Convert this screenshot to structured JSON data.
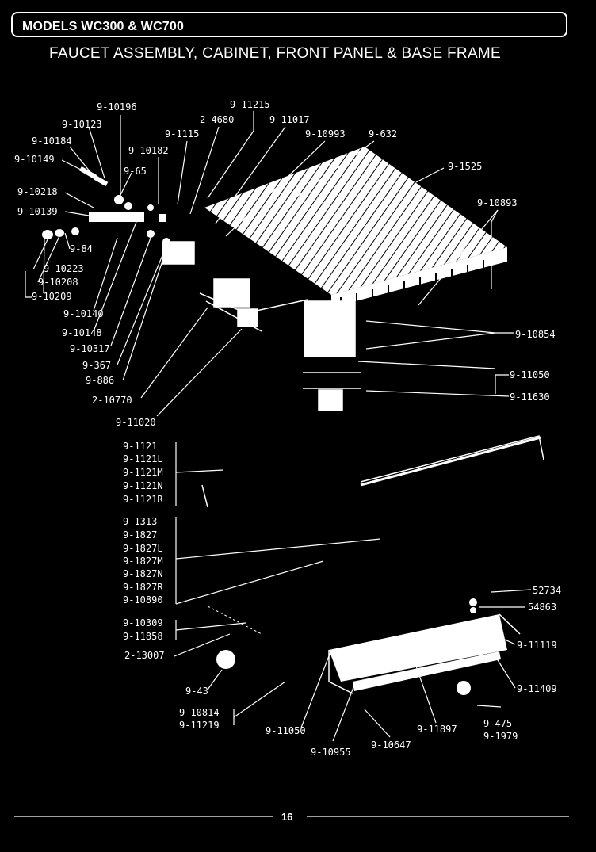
{
  "header": {
    "models_title": "MODELS WC300 & WC700",
    "diagram_title": "FAUCET ASSEMBLY, CABINET, FRONT PANEL & BASE FRAME"
  },
  "footer": {
    "page_number": "16"
  },
  "part_labels": [
    {
      "text": "9-10196"
    },
    {
      "text": "9-10123"
    },
    {
      "text": "9-10184"
    },
    {
      "text": "9-10149"
    },
    {
      "text": "9-11215"
    },
    {
      "text": "2-4680"
    },
    {
      "text": "9-11017"
    },
    {
      "text": "9-1115"
    },
    {
      "text": "9-10993"
    },
    {
      "text": "9-632"
    },
    {
      "text": "9-10182"
    },
    {
      "text": "9-65"
    },
    {
      "text": "9-1525"
    },
    {
      "text": "9-10218"
    },
    {
      "text": "9-10139"
    },
    {
      "text": "9-10893"
    },
    {
      "text": "9-84"
    },
    {
      "text": "9-10223"
    },
    {
      "text": "9-10208"
    },
    {
      "text": "9-10209"
    },
    {
      "text": "9-10140"
    },
    {
      "text": "9-10148"
    },
    {
      "text": "9-10854"
    },
    {
      "text": "9-10317"
    },
    {
      "text": "9-367"
    },
    {
      "text": "9-11050"
    },
    {
      "text": "9-886"
    },
    {
      "text": "9-11630"
    },
    {
      "text": "2-10770"
    },
    {
      "text": "9-11020"
    },
    {
      "text": "9-1121"
    },
    {
      "text": "9-1121L"
    },
    {
      "text": "9-1121M"
    },
    {
      "text": "9-1121N"
    },
    {
      "text": "9-1121R"
    },
    {
      "text": "9-1313"
    },
    {
      "text": "9-1827"
    },
    {
      "text": "9-1827L"
    },
    {
      "text": "9-1827M"
    },
    {
      "text": "9-1827N"
    },
    {
      "text": "9-1827R"
    },
    {
      "text": "9-10890"
    },
    {
      "text": "52734"
    },
    {
      "text": "54863"
    },
    {
      "text": "9-10309"
    },
    {
      "text": "9-11858"
    },
    {
      "text": "9-11119"
    },
    {
      "text": "2-13007"
    },
    {
      "text": "9-43"
    },
    {
      "text": "9-11409"
    },
    {
      "text": "9-10814"
    },
    {
      "text": "9-11219"
    },
    {
      "text": "9-11050"
    },
    {
      "text": "9-11897"
    },
    {
      "text": "9-475"
    },
    {
      "text": "9-1979"
    },
    {
      "text": "9-10955"
    },
    {
      "text": "9-10647"
    }
  ]
}
